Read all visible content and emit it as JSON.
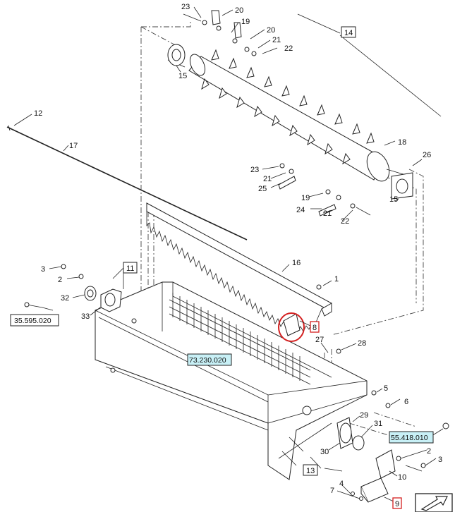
{
  "diagram": {
    "callouts": {
      "c1": "1",
      "c2a": "2",
      "c2b": "2",
      "c3a": "3",
      "c3b": "3",
      "c4": "4",
      "c5": "5",
      "c6": "6",
      "c7": "7",
      "c8": "8",
      "c9": "9",
      "c10": "10",
      "c11": "11",
      "c12": "12",
      "c13": "13",
      "c14": "14",
      "c15a": "15",
      "c15b": "15",
      "c16": "16",
      "c17": "17",
      "c18": "18",
      "c19a": "19",
      "c19b": "19",
      "c20a": "20",
      "c20b": "20",
      "c21a": "21",
      "c21b": "21",
      "c21c": "21",
      "c22a": "22",
      "c22b": "22",
      "c23a": "23",
      "c23b": "23",
      "c24": "24",
      "c25": "25",
      "c26": "26",
      "c27": "27",
      "c28": "28",
      "c29": "29",
      "c30": "30",
      "c31": "31",
      "c32": "32",
      "c33": "33"
    },
    "references": {
      "ref_a": "35.595.020",
      "ref_b": "73.230.020",
      "ref_c": "55.418.010"
    },
    "colors": {
      "highlight": "#d42020",
      "ref_fill": "#c8f0f6",
      "line": "#222222"
    }
  }
}
